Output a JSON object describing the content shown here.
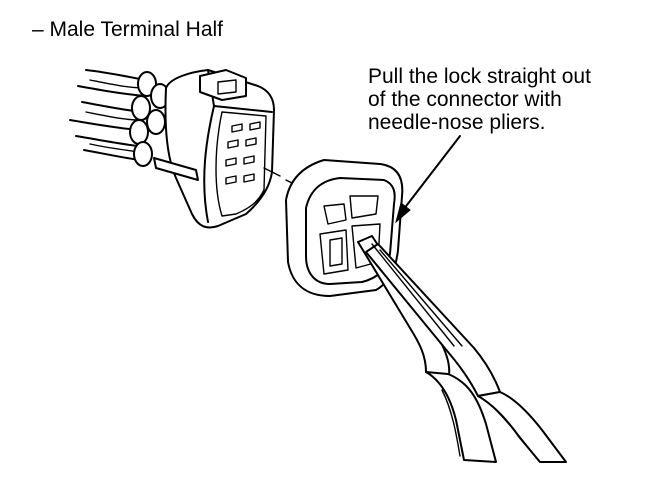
{
  "diagram": {
    "heading": "– Male Terminal Half",
    "callout_lines": [
      "Pull the lock straight out",
      "of the connector with",
      "needle-nose pliers."
    ]
  }
}
